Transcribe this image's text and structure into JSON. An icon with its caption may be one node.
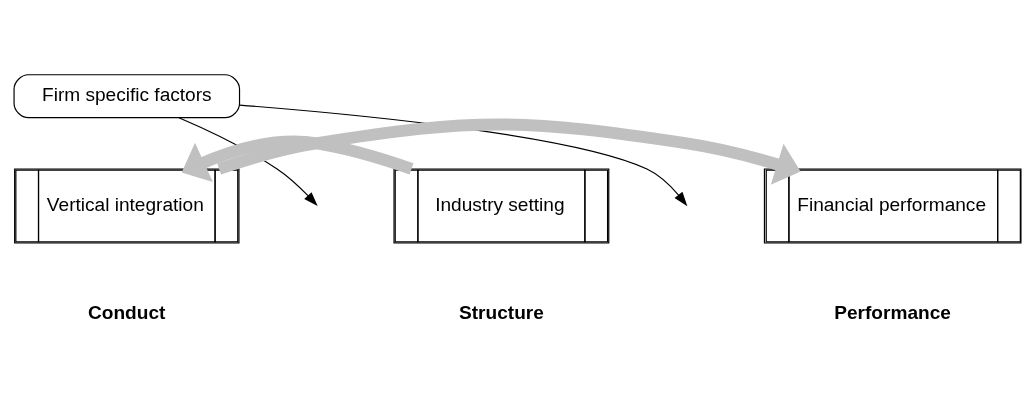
{
  "diagram": {
    "nodes": [
      {
        "text": [
          "Firm specific factors"
        ]
      },
      {
        "text": [
          "Industry setting"
        ],
        "beside": [
          "Structure"
        ]
      },
      {
        "text": [
          "Vertical integration"
        ],
        "beside": [
          "Conduct"
        ]
      },
      {
        "text": [
          "Financial performance"
        ],
        "beside": [
          "Performance"
        ]
      }
    ],
    "edges": [
      {
        "from": 1,
        "to": 2,
        "arrow": "to",
        "style": "thick",
        "color": "#c0c0c0"
      },
      {
        "from": 2,
        "to": 3,
        "arrow": "to",
        "style": "thick",
        "color": "#c0c0c0"
      },
      {
        "from": 0,
        "to": null,
        "arrow": "to",
        "color": "#000000"
      },
      {
        "from": 0,
        "to": null,
        "arrow": "to",
        "color": "#000000"
      }
    ]
  }
}
